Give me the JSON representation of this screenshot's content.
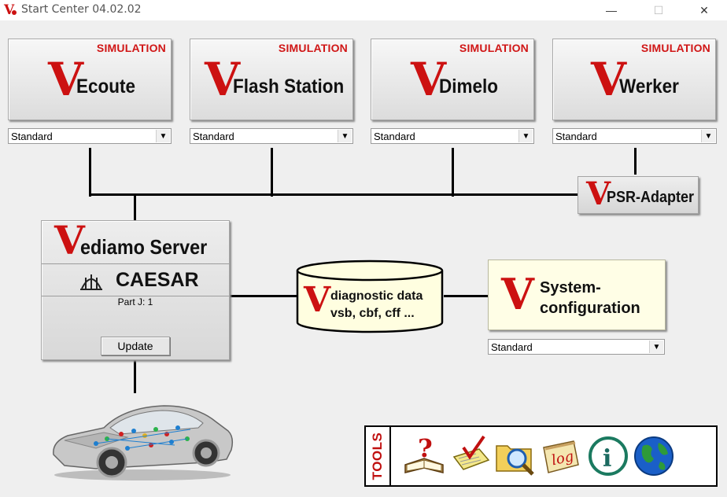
{
  "window": {
    "title": "Start Center 04.02.02",
    "minimize_glyph": "—",
    "maximize_glyph": "☐",
    "close_glyph": "✕"
  },
  "apps": [
    {
      "badge": "SIMULATION",
      "v": "V",
      "name": "Ecoute",
      "mode": "Standard"
    },
    {
      "badge": "SIMULATION",
      "v": "V",
      "name": "Flash Station",
      "mode": "Standard"
    },
    {
      "badge": "SIMULATION",
      "v": "V",
      "name": "Dimelo",
      "mode": "Standard"
    },
    {
      "badge": "SIMULATION",
      "v": "V",
      "name": "Werker",
      "mode": "Standard"
    }
  ],
  "psr_adapter": {
    "v": "V",
    "name": "PSR-Adapter"
  },
  "server": {
    "v": "V",
    "name": "ediamo Server",
    "caesar": "CAESAR",
    "part": "Part J: 1",
    "update_label": "Update"
  },
  "database": {
    "v": "V",
    "line1": "diagnostic data",
    "line2": "vsb, cbf, cff ..."
  },
  "system_config": {
    "v": "V",
    "line1": "System-",
    "line2": "configuration",
    "mode": "Standard"
  },
  "tools": {
    "label": "TOOLS",
    "items": [
      {
        "icon": "help-book-icon"
      },
      {
        "icon": "checklist-icon"
      },
      {
        "icon": "folder-search-icon"
      },
      {
        "icon": "log-icon",
        "text": "log"
      },
      {
        "icon": "info-icon",
        "text": "i"
      },
      {
        "icon": "globe-icon"
      }
    ]
  },
  "colors": {
    "brand_red": "#cc1111",
    "sim_red": "#d01616",
    "config_bg": "#fffee6"
  }
}
